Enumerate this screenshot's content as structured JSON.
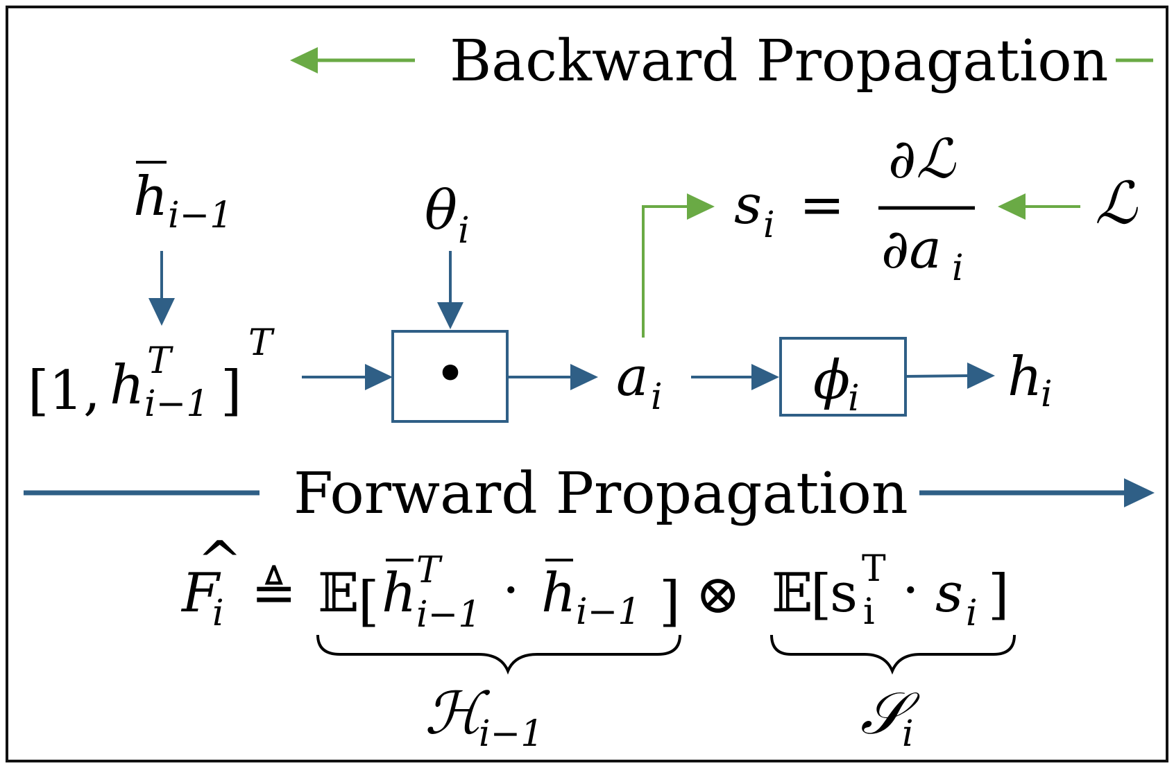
{
  "diagram": {
    "backward_label": "Backward Propagation",
    "forward_label": "Forward Propagation",
    "colors": {
      "forward": "#2f5f86",
      "backward": "#6aaa45",
      "text": "#000000",
      "frame": "#111111"
    },
    "nodes": {
      "hbar_prev": {
        "base": "h",
        "sub": "i−1"
      },
      "theta": {
        "base": "θ",
        "sub": "i"
      },
      "input_vector": {
        "open": "[1, ",
        "base": "h",
        "sup": "T",
        "sub": "i−1",
        "close": "]",
        "outer_sup": "T"
      },
      "product_op": {
        "symbol": "•"
      },
      "activation": {
        "base": "a",
        "sub": "i"
      },
      "nonlinearity": {
        "base": "ϕ",
        "sub": "i"
      },
      "output": {
        "base": "h",
        "sub": "i"
      },
      "gradient": {
        "lhs_base": "s",
        "lhs_sub": "i",
        "equals": "=",
        "num": "∂ℒ",
        "den_base": "∂a",
        "den_sub": "i"
      },
      "loss": {
        "symbol": "ℒ"
      }
    },
    "formula": {
      "lhs_base": "F",
      "lhs_hat": "^",
      "lhs_sub": "i",
      "defeq": "≜",
      "E1": "𝔼",
      "E1_open": "[",
      "h1_base": "h",
      "h1_sup": "T",
      "h1_sub": "i−1",
      "dot1": "·",
      "h2_base": "h",
      "h2_sub": "i−1",
      "E1_close": "]",
      "otimes": "⊗",
      "E2": "𝔼",
      "E2_open": "[",
      "s1_base": "s",
      "s1_sup": "T",
      "s1_sub": "i",
      "dot2": "·",
      "s2_base": "s",
      "s2_sub": "i",
      "E2_close": "]",
      "brace1_label_base": "ℋ",
      "brace1_label_sub": "i−1",
      "brace2_label_base": "𝒮",
      "brace2_label_sub": "i"
    }
  }
}
